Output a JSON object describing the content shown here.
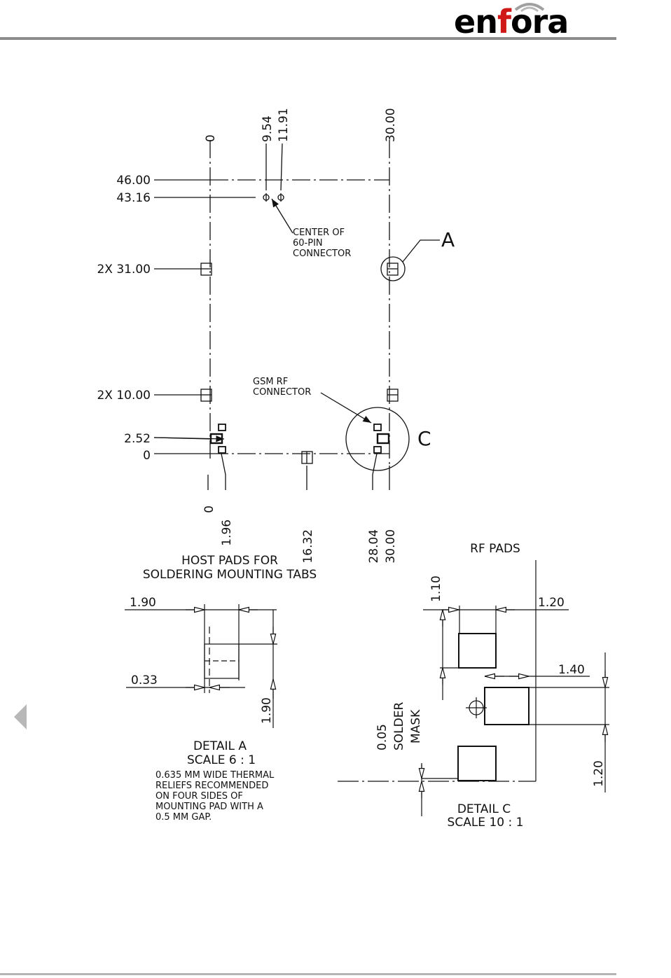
{
  "header": {
    "brand_text_pre": "en",
    "brand_text_accent": "f",
    "brand_text_post": "ora",
    "brand_accent_color": "#d01818"
  },
  "main_view": {
    "top_dims": {
      "x0": "0",
      "x954": "9.54",
      "x1191": "11.91",
      "x30": "30.00"
    },
    "left_dims": {
      "y46": "46.00",
      "y4316": "43.16",
      "y31": "2X 31.00",
      "y10": "2X 10.00",
      "y252": "2.52",
      "y0": "0"
    },
    "bottom_dims": {
      "x0": "0",
      "x196": "1.96",
      "x1632": "16.32",
      "x2804": "28.04",
      "x30": "30.00"
    },
    "callout_60pin": [
      "CENTER OF",
      "60-PIN",
      "CONNECTOR"
    ],
    "callout_gsm": [
      "GSM RF",
      "CONNECTOR"
    ],
    "detail_a_letter": "A",
    "detail_c_letter": "C"
  },
  "detail_a": {
    "title_lines": [
      "HOST PADS FOR",
      "SOLDERING MOUNTING TABS"
    ],
    "dim_top": "1.90",
    "dim_gap": "0.33",
    "dim_vertical": "1.90",
    "label": "DETAIL A",
    "scale": "SCALE 6 : 1",
    "notes": [
      "0.635 MM WIDE THERMAL",
      "RELIEFS RECOMMENDED",
      "ON FOUR SIDES OF",
      "MOUNTING PAD WITH A",
      "0.5 MM GAP."
    ]
  },
  "detail_c": {
    "title": "RF PADS",
    "dim_110": "1.10",
    "dim_120_top": "1.20",
    "dim_140": "1.40",
    "dim_120_side": "1.20",
    "mask_lines": [
      "0.05",
      "SOLDER",
      "MASK"
    ],
    "label": "DETAIL C",
    "scale": "SCALE 10 : 1"
  }
}
